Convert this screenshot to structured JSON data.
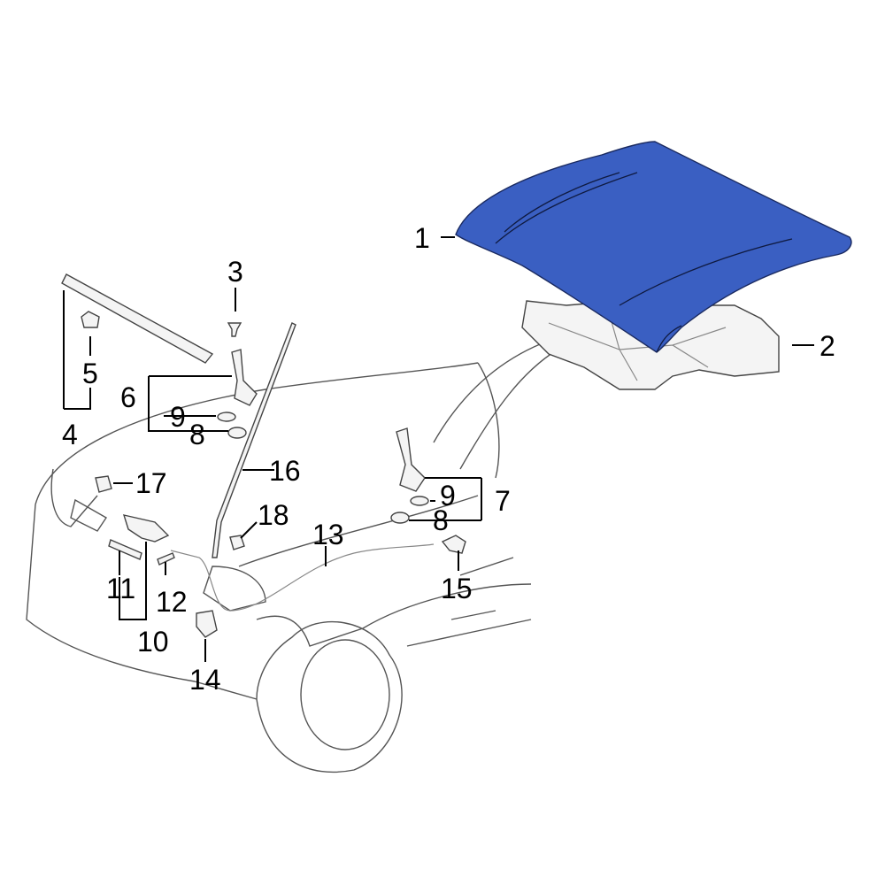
{
  "colors": {
    "hood": "#3a5fc2",
    "line": "#555555",
    "background": "#ffffff"
  },
  "callouts": [
    "1",
    "2",
    "3",
    "4",
    "5",
    "6",
    "7",
    "8",
    "8",
    "9",
    "9",
    "10",
    "11",
    "12",
    "13",
    "14",
    "15",
    "16",
    "17",
    "18"
  ]
}
